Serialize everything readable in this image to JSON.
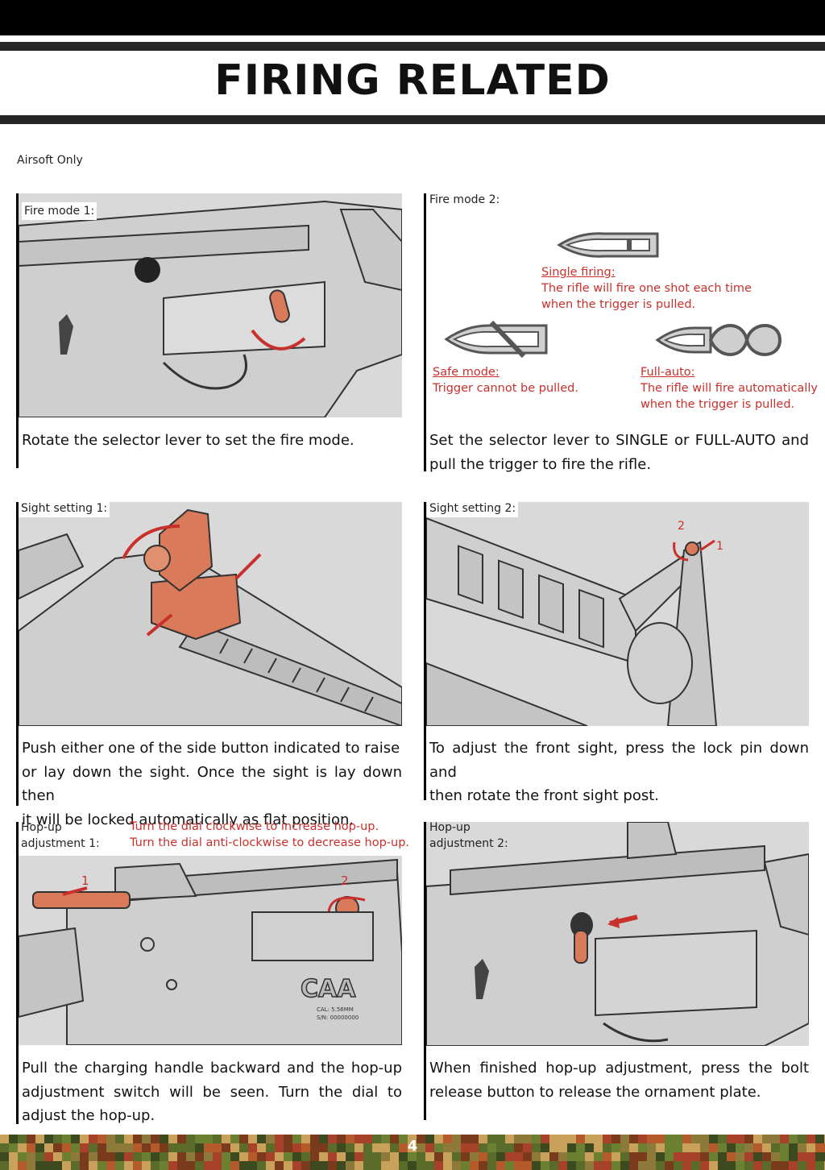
{
  "header": {
    "title": "FIRING RELATED"
  },
  "note": "Airsoft Only",
  "panels": {
    "fire1": {
      "label": "Fire mode 1:",
      "caption": "Rotate the selector lever to set the fire mode."
    },
    "fire2": {
      "label": "Fire mode 2:",
      "single_title": "Single firing:",
      "single_l1": "The rifle will fire one shot each time",
      "single_l2": "when the trigger is pulled.",
      "safe_title": "Safe mode:",
      "safe_l1": "Trigger cannot be pulled.",
      "auto_title": "Full-auto:",
      "auto_l1": "The rifle will fire automatically",
      "auto_l2": "when the trigger is pulled.",
      "caption_l1": "Set the selector lever to SINGLE or FULL-AUTO and",
      "caption_l2": "pull the trigger to fire the rifle."
    },
    "sight1": {
      "label": "Sight setting 1:",
      "caption_l1": "Push either one of the side button indicated to raise",
      "caption_l2": "or lay down the sight. Once the sight is lay down then",
      "caption_l3": "it will be locked automatically as flat position."
    },
    "sight2": {
      "label": "Sight setting 2:",
      "marker1": "1",
      "marker2": "2",
      "caption_l1": "To adjust the front sight, press the lock pin down and",
      "caption_l2": "then rotate the front sight post."
    },
    "hop1": {
      "label_l1": "Hop-up",
      "label_l2": "adjustment 1:",
      "red_l1": "Turn the dial clockwise to increase hop-up.",
      "red_l2": "Turn the dial anti-clockwise to decrease hop-up.",
      "marker1": "1",
      "marker2": "2",
      "engrave_brand": "CAA",
      "engrave_cal": "CAL: 5.56MM",
      "engrave_sn": "S/N: 00000000",
      "caption_l1": "Pull the charging handle backward and the hop-up",
      "caption_l2": "adjustment switch will be seen. Turn the dial to",
      "caption_l3": "adjust the hop-up."
    },
    "hop2": {
      "label_l1": "Hop-up",
      "label_l2": "adjustment 2:",
      "caption_l1": "When finished hop-up adjustment, press the bolt",
      "caption_l2": "release button to release the ornament plate."
    }
  },
  "footer": {
    "page_number": "4"
  },
  "colors": {
    "accent_red": "#c9302c",
    "orange_part": "#d97a5a",
    "gun_gray": "#d7d7d7"
  },
  "icons": [
    "bullet-single-icon",
    "bullet-safe-icon",
    "bullet-auto-icon",
    "rotate-arrow-icon",
    "push-arrow-icon"
  ]
}
